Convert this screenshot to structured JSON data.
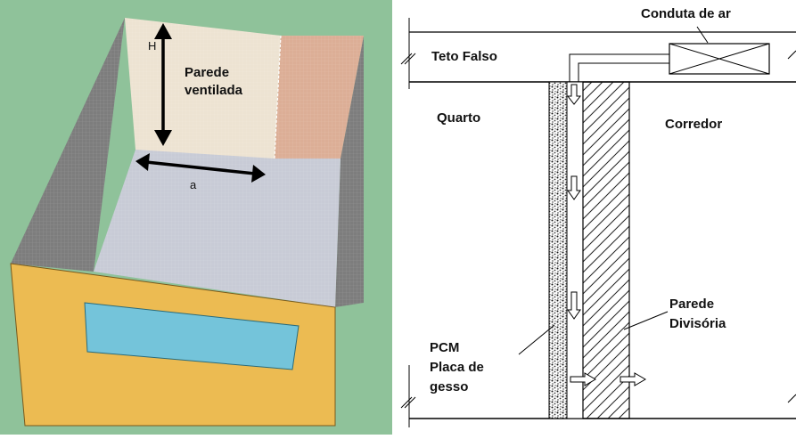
{
  "left_panel": {
    "height_label": "H",
    "width_label": "a",
    "wall_label": [
      "Parede",
      "ventilada"
    ],
    "colors": {
      "background": "#8fc29a",
      "floor": "#c8cbd6",
      "side_walls": "#7d7d7d",
      "front_wall": "#ecbb52",
      "window": "#74c4da",
      "back_wall": "#ede3d2",
      "back_wall_right": "#dcae96"
    }
  },
  "right_panel": {
    "duct_label": "Conduta de ar",
    "ceiling_label": "Teto Falso",
    "room_label": "Quarto",
    "corridor_label": "Corredor",
    "partition_label": [
      "Parede",
      "Divisória"
    ],
    "pcm_label": [
      "PCM",
      "Placa de",
      "gesso"
    ]
  }
}
